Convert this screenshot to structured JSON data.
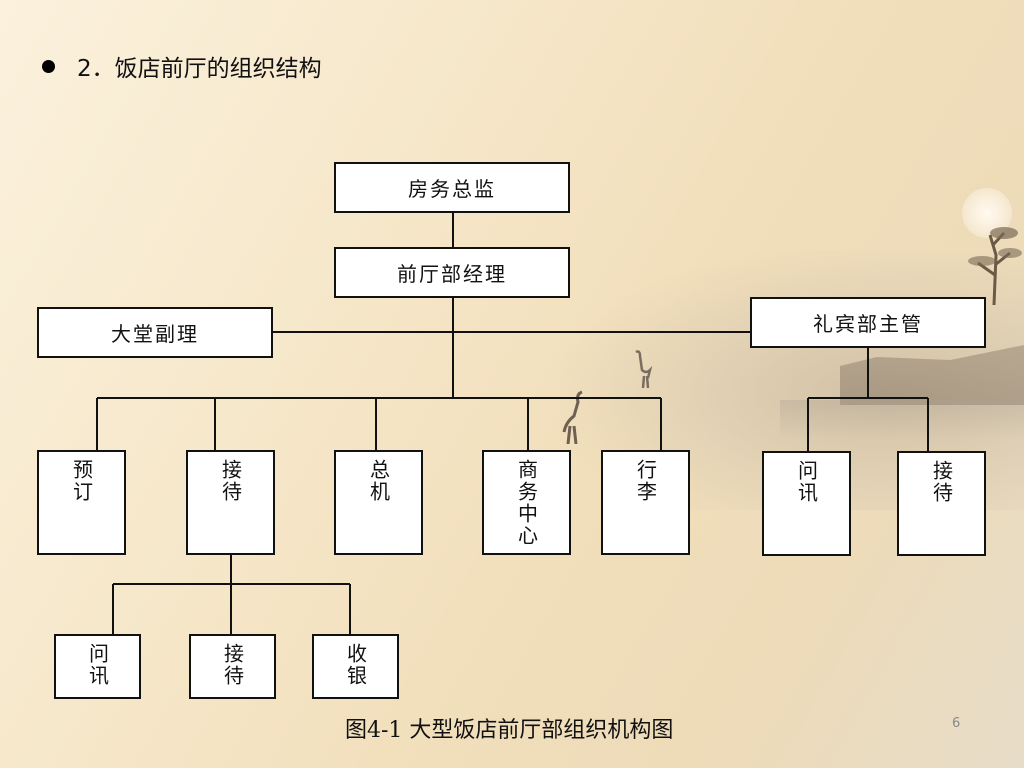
{
  "heading": {
    "text": "2．饭店前厅的组织结构"
  },
  "nodes": {
    "director": "房务总监",
    "manager": "前厅部经理",
    "lobby_assistant": "大堂副理",
    "concierge_supervisor": "礼宾部主管",
    "reservation": "预订",
    "reception": "接待",
    "switchboard": "总机",
    "business_center": "商务中心",
    "luggage": "行李",
    "concierge_inquiry": "问讯",
    "concierge_reception": "接待",
    "sub_inquiry": "问讯",
    "sub_reception": "接待",
    "sub_cashier": "收银"
  },
  "caption": "图4-1  大型饭店前厅部组织机构图",
  "page_number": "6",
  "colors": {
    "line": "#111111",
    "box_fill": "#ffffff"
  }
}
